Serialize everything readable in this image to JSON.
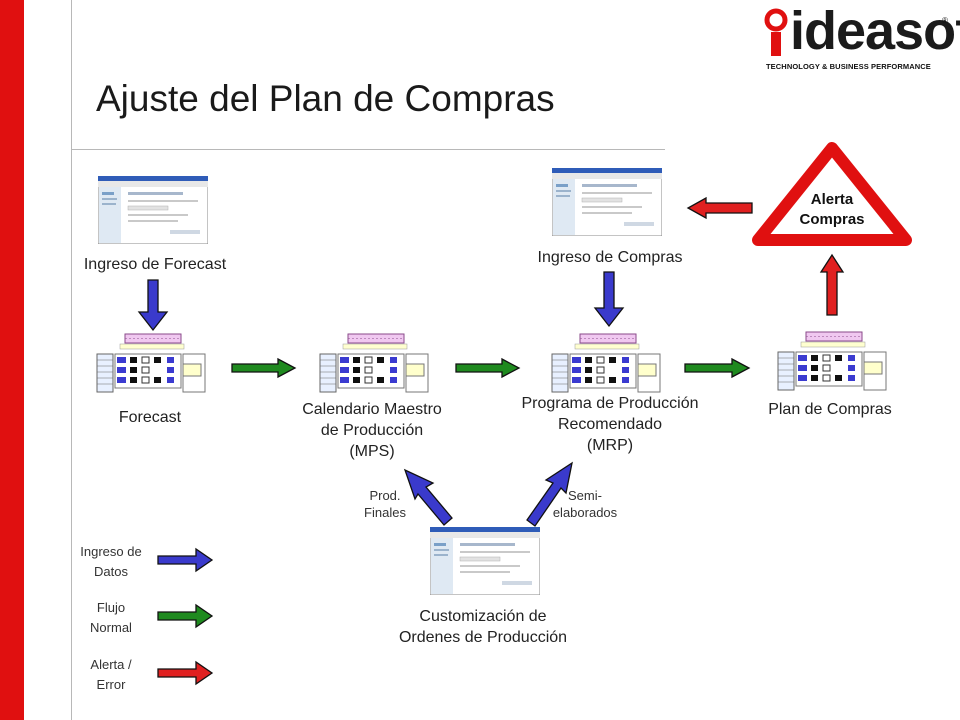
{
  "title": "Ajuste del Plan de Compras",
  "logo": {
    "word": "ideasoft",
    "tagline": "TECHNOLOGY & BUSINESS PERFORMANCE",
    "reg": "®"
  },
  "nodes": {
    "ingreso_forecast": "Ingreso de Forecast",
    "ingreso_compras": "Ingreso de Compras",
    "forecast": "Forecast",
    "mps_line1": "Calendario Maestro",
    "mps_line2": "de Producción",
    "mps_line3": "(MPS)",
    "mrp_line1": "Programa de Producción",
    "mrp_line2": "Recomendado",
    "mrp_line3": "(MRP)",
    "plan_compras": "Plan de Compras",
    "custom_line1": "Customización de",
    "custom_line2": "Ordenes de Producción"
  },
  "alert": {
    "line1": "Alerta",
    "line2": "Compras"
  },
  "arrow_labels": {
    "prod_line1": "Prod.",
    "prod_line2": "Finales",
    "semi_line1": "Semi-",
    "semi_line2": "elaborados"
  },
  "legend": {
    "datos_line1": "Ingreso de",
    "datos_line2": "Datos",
    "flujo_line1": "Flujo",
    "flujo_line2": "Normal",
    "alerta_line1": "Alerta /",
    "alerta_line2": "Error"
  },
  "colors": {
    "accent_red": "#e01010",
    "data_arrow": "#3a3acc",
    "flow_arrow": "#1f8a1f",
    "alert_arrow": "#e02020"
  }
}
